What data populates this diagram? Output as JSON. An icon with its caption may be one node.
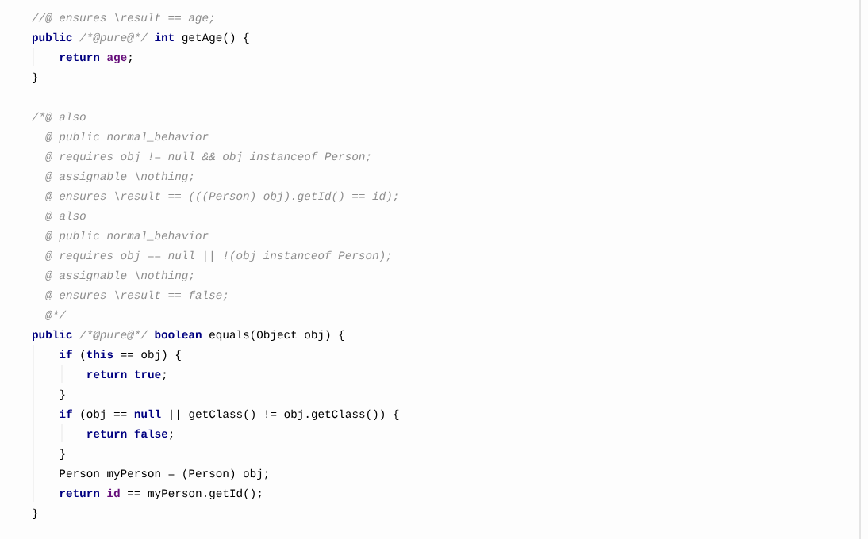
{
  "diagram": {
    "labels": [
      "//@ ensures \\result == age;",
      "public",
      "/*@pure@",
      "*/",
      "int",
      "getAge() {",
      "return",
      "age",
      ";",
      "}",
      "/*@ also",
      "@ public normal_behavior",
      "@ requires obj != null && obj instanceof Person;",
      "@ assignable \\nothing;",
      "@ ensures \\result == (((Person) obj).getId() == id);",
      "@ also",
      "@ public normal_behavior",
      "@ requires obj == null || !(obj instanceof Person);",
      "@ assignable \\nothing;",
      "@ ensures \\result == false;",
      "@*/",
      "public",
      "/*@pure@",
      "*/",
      "boolean",
      "equals(Object obj) {",
      "if",
      "(",
      "this",
      "== obj) {",
      "return",
      "true",
      ";",
      "}",
      "if",
      "(obj ==",
      "null",
      "|| getClass() != obj.getClass()) {",
      "return",
      "false",
      ";",
      "}",
      "Person myPerson = (Person) obj;",
      "return",
      "id",
      "== myPerson.getId();",
      "}"
    ]
  }
}
